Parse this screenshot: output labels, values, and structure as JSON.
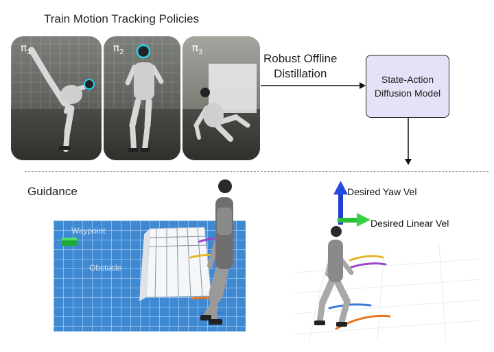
{
  "title": "Train Motion Tracking Policies",
  "policies": [
    {
      "symbol": "π",
      "index": "1"
    },
    {
      "symbol": "π",
      "index": "2"
    },
    {
      "symbol": "π",
      "index": "3"
    }
  ],
  "distillation": {
    "line1": "Robust Offline",
    "line2": "Distillation"
  },
  "model": {
    "line1": "State-Action",
    "line2": "Diffusion Model"
  },
  "guidance": {
    "title": "Guidance",
    "waypoint": "Waypoint",
    "obstacle": "Obstacle"
  },
  "velocity": {
    "yaw": "Desired Yaw Vel",
    "linear": "Desired Linear Vel"
  },
  "colors": {
    "model_fill": "#e5e1f6",
    "grid_blue": "#3a8fd9",
    "yaw_arrow": "#1f3fcf",
    "linear_arrow": "#2bbf3a",
    "traj_orange": "#e8761e",
    "traj_yellow": "#e6b52a",
    "traj_purple": "#9b45c9",
    "traj_blue": "#3a7bd5",
    "cyan_glow": "#22d3ee"
  }
}
